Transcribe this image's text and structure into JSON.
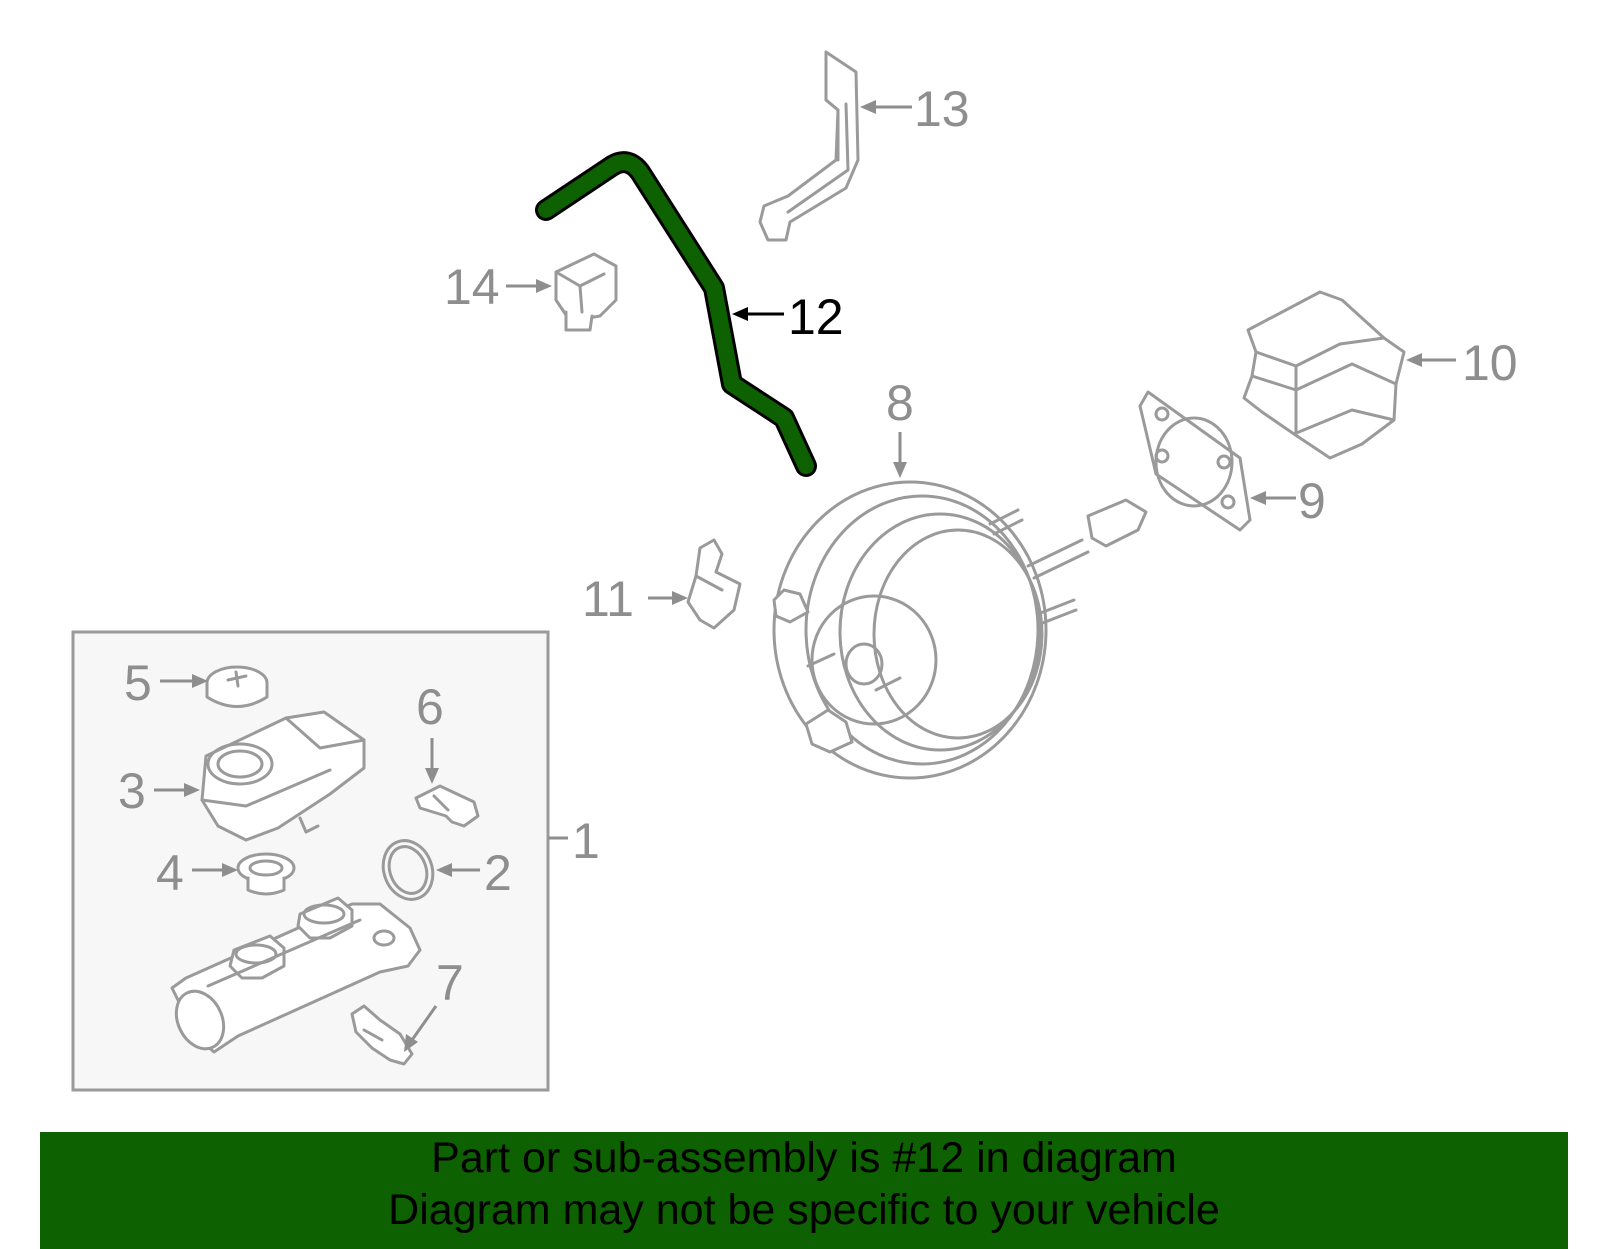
{
  "diagram": {
    "callouts": [
      {
        "id": "1",
        "label": "1"
      },
      {
        "id": "2",
        "label": "2"
      },
      {
        "id": "3",
        "label": "3"
      },
      {
        "id": "4",
        "label": "4"
      },
      {
        "id": "5",
        "label": "5"
      },
      {
        "id": "6",
        "label": "6"
      },
      {
        "id": "7",
        "label": "7"
      },
      {
        "id": "8",
        "label": "8"
      },
      {
        "id": "9",
        "label": "9"
      },
      {
        "id": "10",
        "label": "10"
      },
      {
        "id": "11",
        "label": "11"
      },
      {
        "id": "12",
        "label": "12",
        "highlighted": true
      },
      {
        "id": "13",
        "label": "13"
      },
      {
        "id": "14",
        "label": "14"
      }
    ],
    "highlight_color": "#0e6100",
    "part_line_color": "#9a9a9a",
    "subassembly_box_fill": "#f7f7f7"
  },
  "banner": {
    "line1": "Part or sub-assembly is #12 in diagram",
    "line2": "Diagram may not be specific to your vehicle",
    "background": "#0e6100"
  }
}
